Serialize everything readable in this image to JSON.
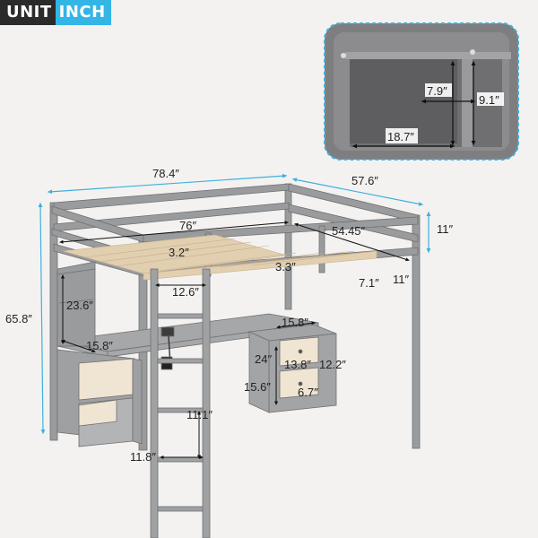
{
  "badge": {
    "unit": "UNIT",
    "inch": "INCH"
  },
  "inset": {
    "w": "18.7″",
    "h1": "7.9″",
    "h2": "9.1″"
  },
  "dims": {
    "length": "78.4″",
    "width": "57.6″",
    "height": "65.8″",
    "guard": "11″",
    "inner_len": "76″",
    "inner_w": "54.45″",
    "slat_gap": "3.2″",
    "slat_w": "3.3″",
    "post": "12.6″",
    "rail1": "7.1″",
    "rail2": "11″",
    "shelf_h": "23.6″",
    "shelf_d": "15.8″",
    "desk_d": "15.8″",
    "drawer_h": "24″",
    "drawer_w": "13.8″",
    "drawer_d": "12.2″",
    "drawer_base": "15.6″",
    "drawer_small": "6.7″",
    "ladder_step": "11.1″",
    "ladder_w": "11.8″"
  }
}
